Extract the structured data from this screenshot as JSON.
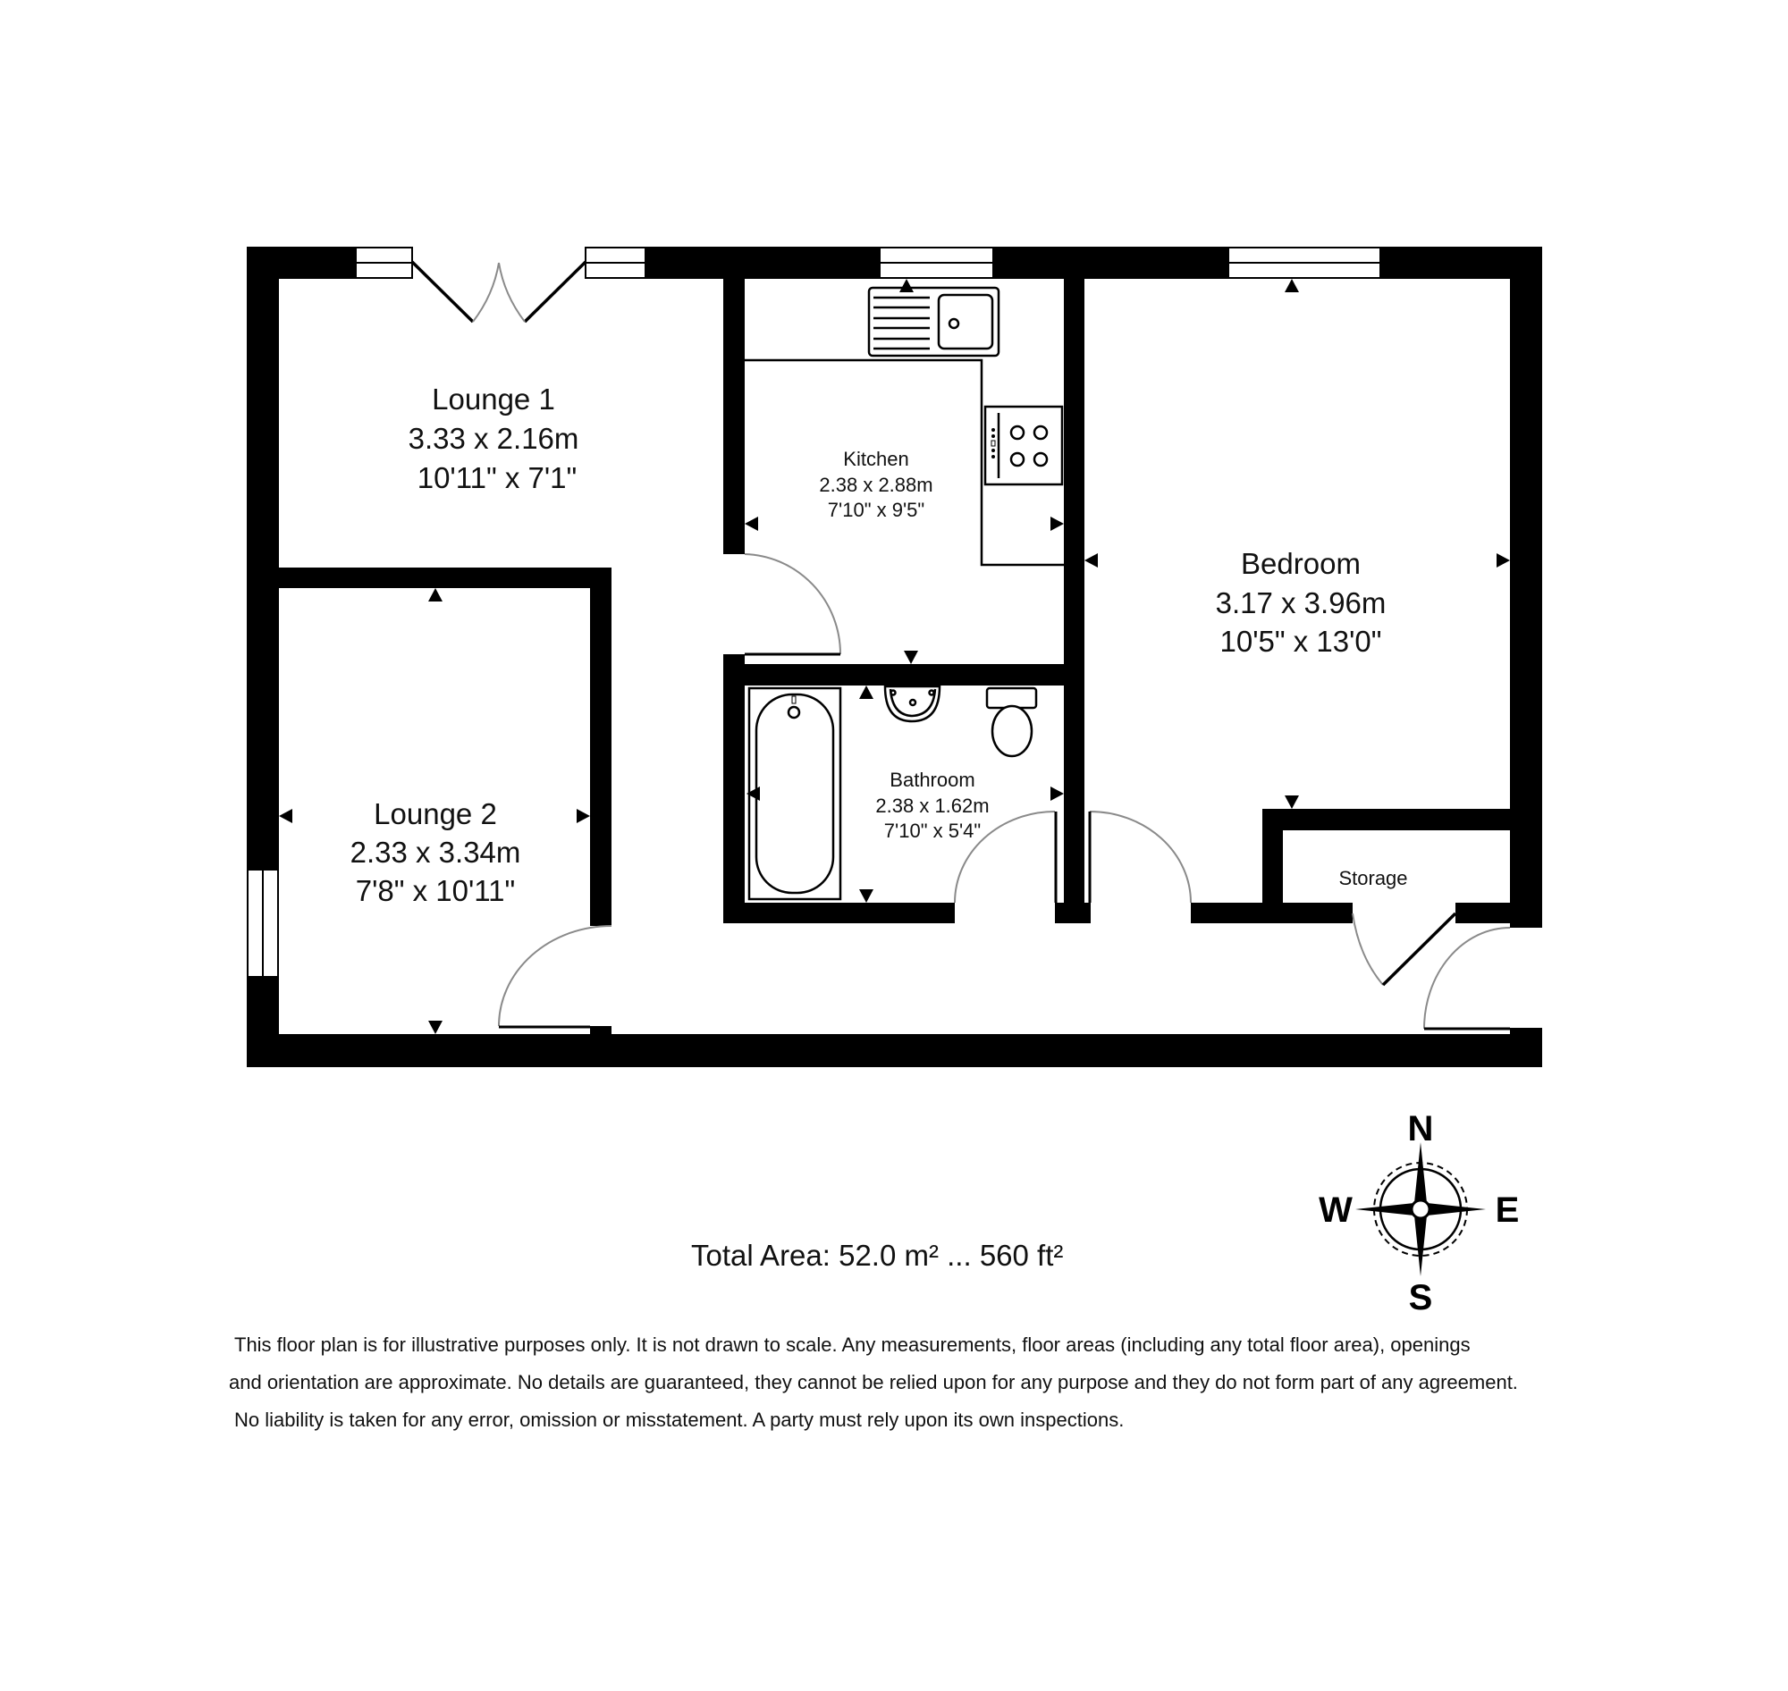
{
  "floorplan": {
    "rooms": [
      {
        "id": "lounge1",
        "name": "Lounge 1",
        "metric": "3.33 x 2.16m",
        "imperial": "10'11\" x 7'1\""
      },
      {
        "id": "lounge2",
        "name": "Lounge 2",
        "metric": "2.33 x 3.34m",
        "imperial": "7'8\" x 10'11\""
      },
      {
        "id": "kitchen",
        "name": "Kitchen",
        "metric": "2.38 x 2.88m",
        "imperial": "7'10\" x 9'5\""
      },
      {
        "id": "bathroom",
        "name": "Bathroom",
        "metric": "2.38 x 1.62m",
        "imperial": "7'10\" x 5'4\""
      },
      {
        "id": "bedroom",
        "name": "Bedroom",
        "metric": "3.17 x 3.96m",
        "imperial": "10'5\" x 13'0\""
      },
      {
        "id": "storage",
        "name": "Storage"
      }
    ],
    "fixtures": [
      "sink-icon",
      "hob-icon",
      "bath-icon",
      "washbasin-icon",
      "toilet-icon"
    ],
    "colors": {
      "wall": "#000000",
      "background": "#ffffff",
      "door_arc": "#8a8a8a"
    }
  },
  "compass": {
    "n": "N",
    "e": "E",
    "s": "S",
    "w": "W"
  },
  "total_area": "Total Area: 52.0 m² ... 560 ft²",
  "disclaimer": {
    "line1": "This floor plan is for illustrative purposes only.   It is not drawn to scale.  Any measurements, floor areas (including any total floor area), openings",
    "line2": "and orientation are approximate. No details are guaranteed,   they cannot be relied upon for any purpose and they do not form part of any agreement.",
    "line3": "No liability is taken for any error,  omission or misstatement. A party must rely upon its own inspections."
  }
}
